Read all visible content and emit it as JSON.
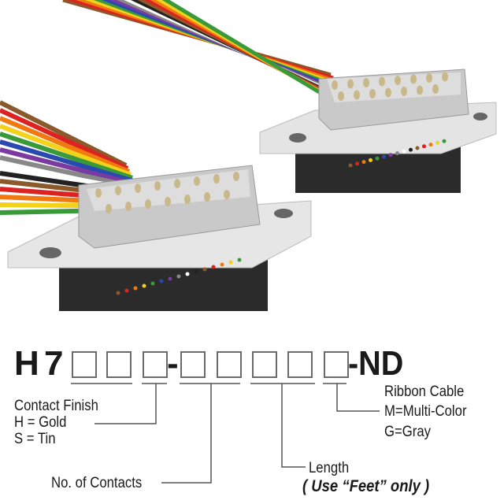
{
  "part_number": {
    "prefix_h": "H",
    "prefix_7": "7",
    "dash": "-",
    "suffix": "-ND"
  },
  "legend": {
    "contact_finish": {
      "title": "Contact Finish",
      "options": [
        "H = Gold",
        "S = Tin"
      ]
    },
    "contacts": {
      "title": "No. of Contacts"
    },
    "length": {
      "title": "Length",
      "note": "( Use “Feet” only )"
    },
    "ribbon": {
      "title": "Ribbon Cable",
      "options": [
        "M=Multi-Color",
        "G=Gray"
      ]
    }
  },
  "colors": {
    "wire_colors": [
      "#8a5a2b",
      "#d22",
      "#f07a10",
      "#f2d21a",
      "#3a9a3a",
      "#2a4ab0",
      "#7a3aa0",
      "#888",
      "#fff",
      "#222"
    ]
  }
}
